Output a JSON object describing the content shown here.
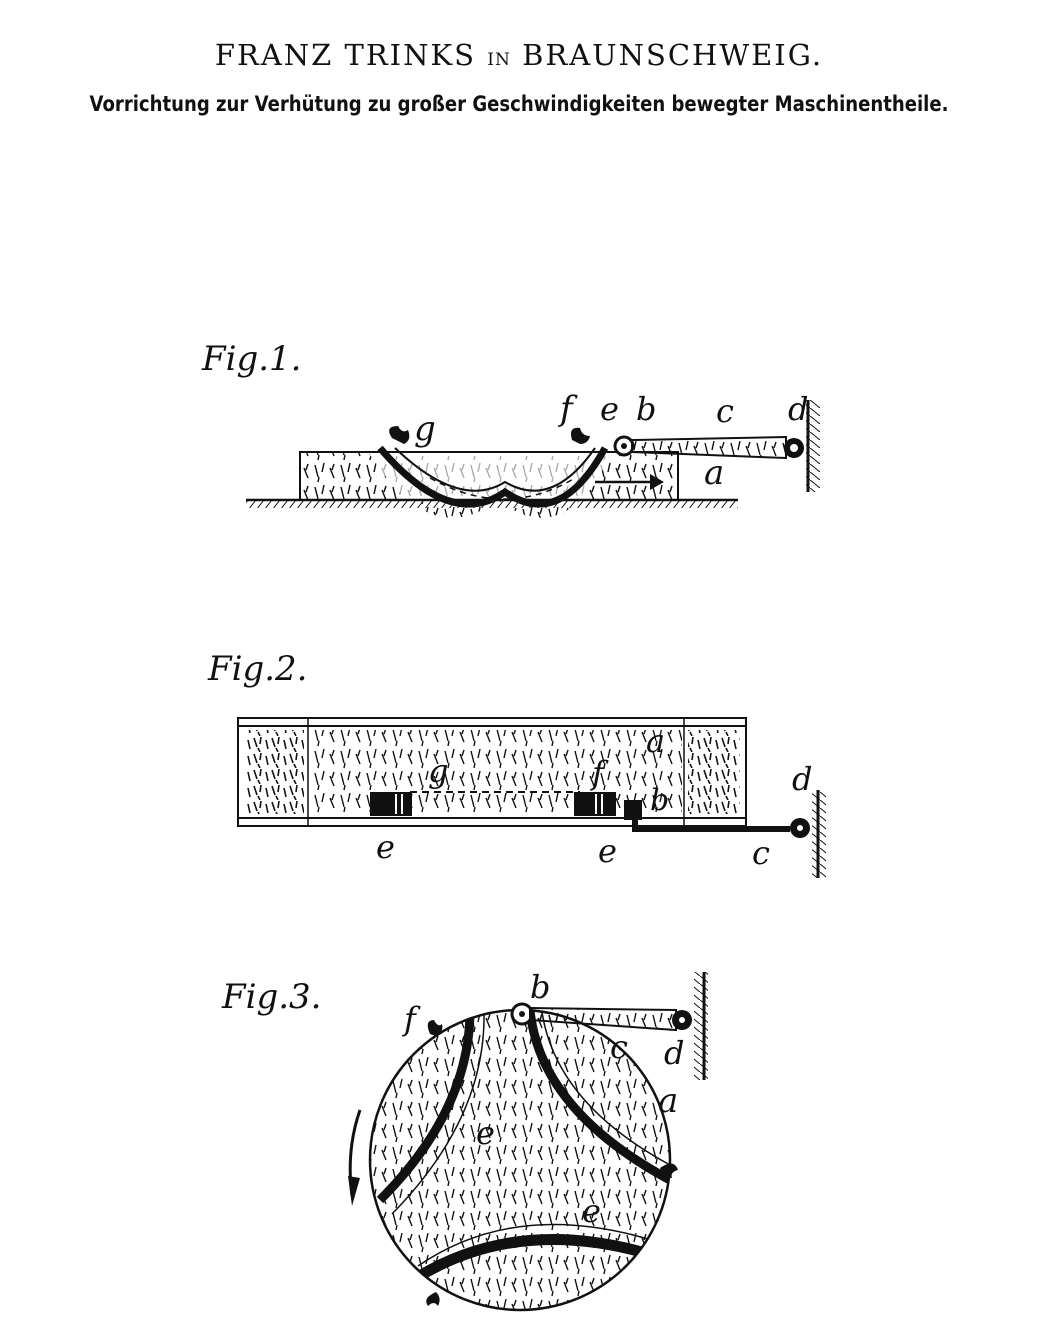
{
  "header": {
    "inventor": "FRANZ TRINKS",
    "preposition": "IN",
    "city": "BRAUNSCHWEIG.",
    "subtitle": "Vorrichtung zur Verhütung zu großer Geschwindigkeiten bewegter Maschinentheile."
  },
  "figures": [
    {
      "label": "Fig.1.",
      "parts": {
        "a": "a",
        "b": "b",
        "c": "c",
        "d": "d",
        "e": "e",
        "f": "f",
        "g": "g"
      }
    },
    {
      "label": "Fig.2.",
      "parts": {
        "a": "a",
        "b": "b",
        "c": "c",
        "d": "d",
        "e1": "e",
        "e2": "e",
        "f": "f",
        "g": "g"
      }
    },
    {
      "label": "Fig.3.",
      "parts": {
        "a": "a",
        "b": "b",
        "c": "c",
        "d": "d",
        "e1": "e",
        "e2": "e",
        "f": "f"
      }
    }
  ],
  "colors": {
    "ink": "#111111",
    "paper": "#ffffff"
  }
}
